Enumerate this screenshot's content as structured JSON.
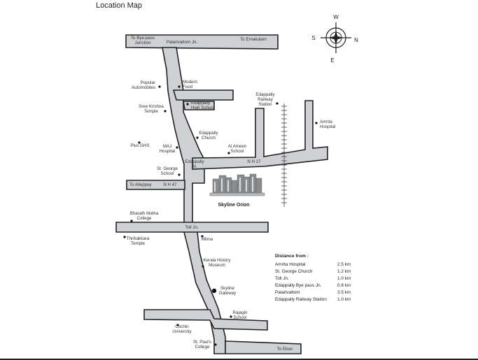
{
  "title": "Location Map",
  "compass": {
    "north": "N",
    "south": "S",
    "east": "E",
    "west": "W"
  },
  "roads": {
    "bypass": "To Bye-pass\nJunction",
    "palarivattom": "Palarivattom Jn.",
    "ernakulam": "To Ernakulam",
    "edappally_jn": "Edappally\nJn.",
    "nh17": "N H 17",
    "alleppey": "To Alleppey",
    "nh47": "N H 47",
    "toll_jn": "Toll Jn.",
    "eloor": "To Eloor"
  },
  "landmarks": [
    {
      "name": "popular",
      "label": "Popular\nAutomobiles"
    },
    {
      "name": "modern",
      "label": "Modern\nFood"
    },
    {
      "name": "sree",
      "label": "Sree Krishna\nTemple"
    },
    {
      "name": "edhigh",
      "label": "Edappally\nHigh School"
    },
    {
      "name": "rail",
      "label": "Edappally\nRailway\nStation"
    },
    {
      "name": "amrita",
      "label": "Amrita\nHospital"
    },
    {
      "name": "church",
      "label": "Edappally\nChurch"
    },
    {
      "name": "plus",
      "label": "Plus GHS"
    },
    {
      "name": "maj",
      "label": "MAJ\nHospital"
    },
    {
      "name": "alameen",
      "label": "Al Ameen\nSchool"
    },
    {
      "name": "stgeorge",
      "label": "St. George\nSchool"
    },
    {
      "name": "bharath",
      "label": "Bharath Matha\nCollege"
    },
    {
      "name": "thrik",
      "label": "Thrikakkara\nTemple"
    },
    {
      "name": "milma",
      "label": "Milma"
    },
    {
      "name": "kerala",
      "label": "Kerala History\nMuseum"
    },
    {
      "name": "skyline_gw",
      "label": "Skyline\nGateway"
    },
    {
      "name": "rajagiri",
      "label": "Rajagiri\nSchool"
    },
    {
      "name": "cochin",
      "label": "Cochin\nUniversity"
    },
    {
      "name": "stpaul",
      "label": "St. Paul's\nCollege"
    }
  ],
  "project": {
    "label": "Skyline Orion"
  },
  "distance": {
    "heading": "Distance from :",
    "rows": [
      {
        "place": "Amrita Hospital",
        "value": "2.5 km"
      },
      {
        "place": "St. George Church",
        "value": "1.2 km"
      },
      {
        "place": "Toll Jn.",
        "value": "1.0 km"
      },
      {
        "place": "Edappally Bye pass Jn.",
        "value": "0.8 km"
      },
      {
        "place": "Palarivattom",
        "value": "3.5 km"
      },
      {
        "place": "Edappally Railway Station",
        "value": "1.0 km"
      }
    ]
  },
  "colors": {
    "road_fill": "#cfd1d4",
    "road_stroke": "#222222"
  }
}
